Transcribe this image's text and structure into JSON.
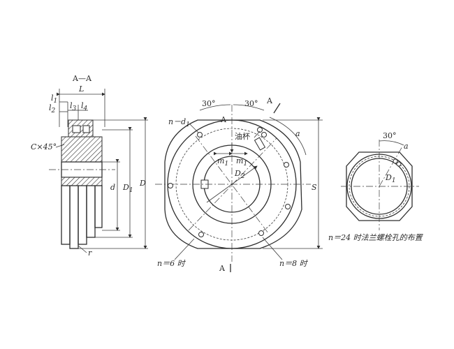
{
  "section_view": {
    "title": "A—A",
    "dims": {
      "L": "L",
      "l1": "l",
      "l1_sub": "1",
      "l2": "l",
      "l2_sub": "2",
      "l3": "l",
      "l3_sub": "3",
      "l4": "l",
      "l4_sub": "4",
      "chamfer": "C×45°",
      "d": "d",
      "D1": "D",
      "D1_sub": "1",
      "D": "D",
      "r": "r"
    }
  },
  "front_view": {
    "angle_left": "30°",
    "angle_right": "30°",
    "label_A_top": "A",
    "label_A_arrow": "A",
    "label_A_bottom": "A",
    "n_d1": "n－d",
    "n_d1_sub": "1",
    "oil_cup": "油杯",
    "m1_left": "m",
    "m1_left_sub": "1",
    "m1_right": "m",
    "m1_right_sub": "1",
    "D2": "D",
    "D2_sub": "2",
    "S": "S",
    "a": "a",
    "n6": "n＝6 时",
    "n8": "n＝8 时"
  },
  "flange_view": {
    "angle": "30°",
    "a": "a",
    "D1": "D",
    "D1_sub": "1",
    "caption": "n＝24 时法兰螺栓孔的布置"
  },
  "colors": {
    "ink": "#2e2e2e",
    "paper": "#ffffff"
  }
}
